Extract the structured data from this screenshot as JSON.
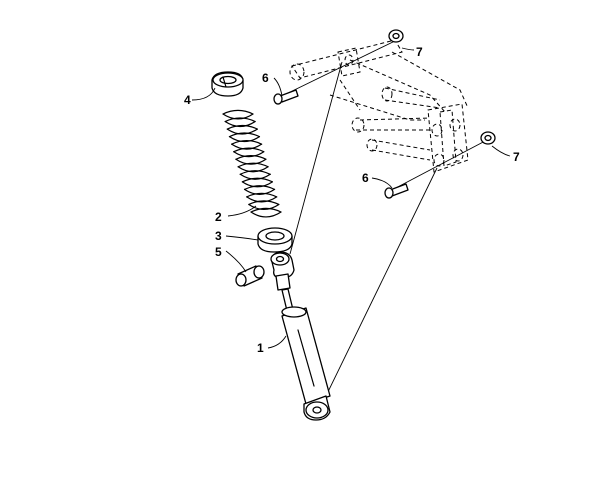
{
  "callouts": [
    {
      "num": "1",
      "part": "shock-absorber"
    },
    {
      "num": "2",
      "part": "coil-spring"
    },
    {
      "num": "3",
      "part": "spring-retainer"
    },
    {
      "num": "4",
      "part": "spring-seat"
    },
    {
      "num": "5",
      "part": "bushing"
    },
    {
      "num": "6",
      "part": "mounting-bolt"
    },
    {
      "num": "7",
      "part": "lock-nut"
    }
  ]
}
